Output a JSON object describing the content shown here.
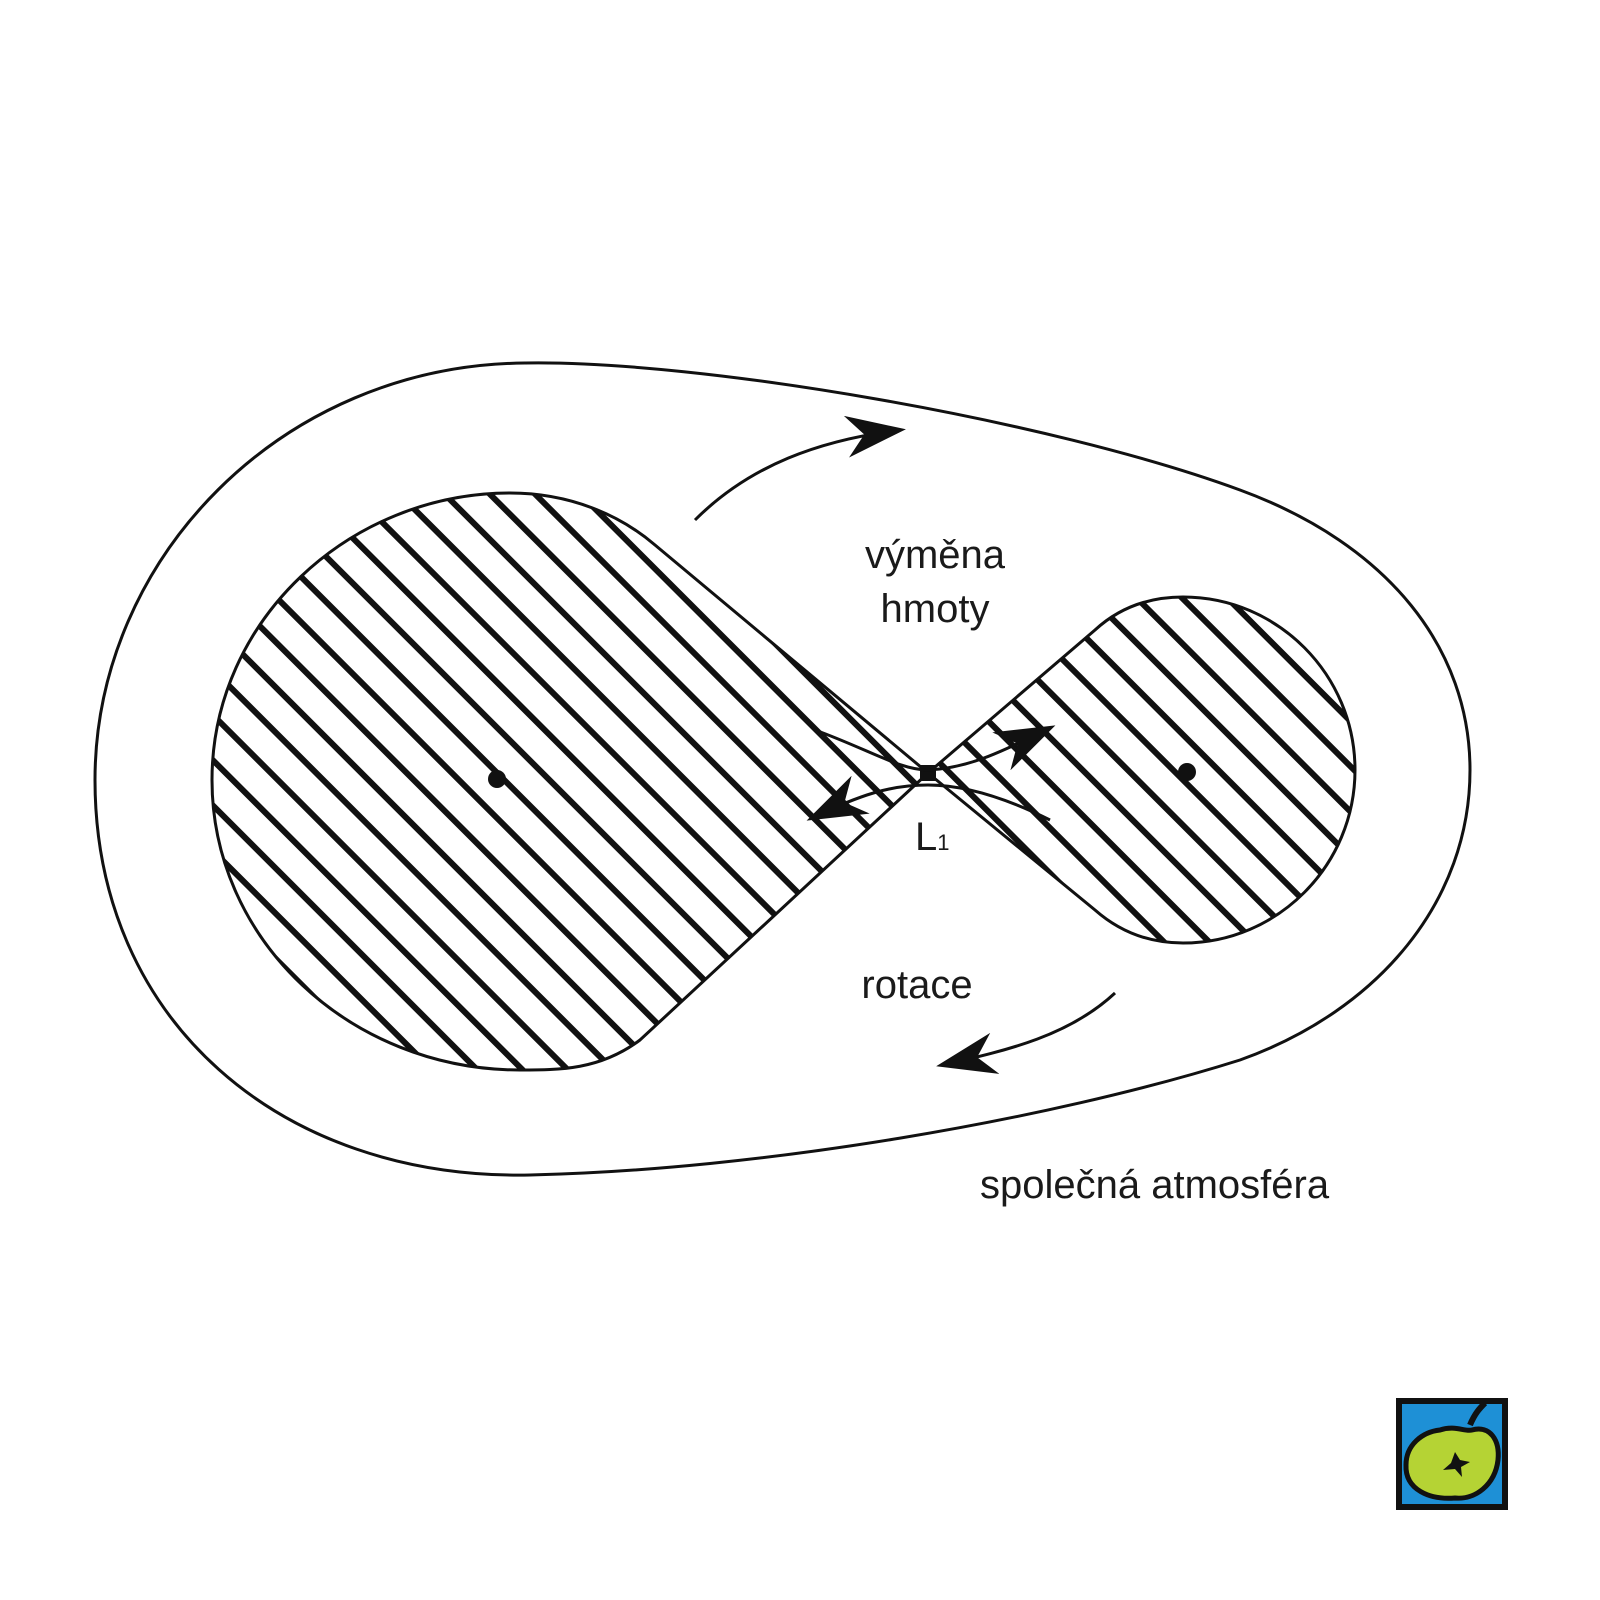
{
  "labels": {
    "mass_exchange_line1": "výměna",
    "mass_exchange_line2": "hmoty",
    "rotation": "rotace",
    "lagrange_point": "L",
    "lagrange_index": "1",
    "common_atmosphere": "společná atmosféra"
  },
  "colors": {
    "stroke": "#111111",
    "logo_blue": "#1e90d6",
    "logo_green": "#b5d334"
  }
}
